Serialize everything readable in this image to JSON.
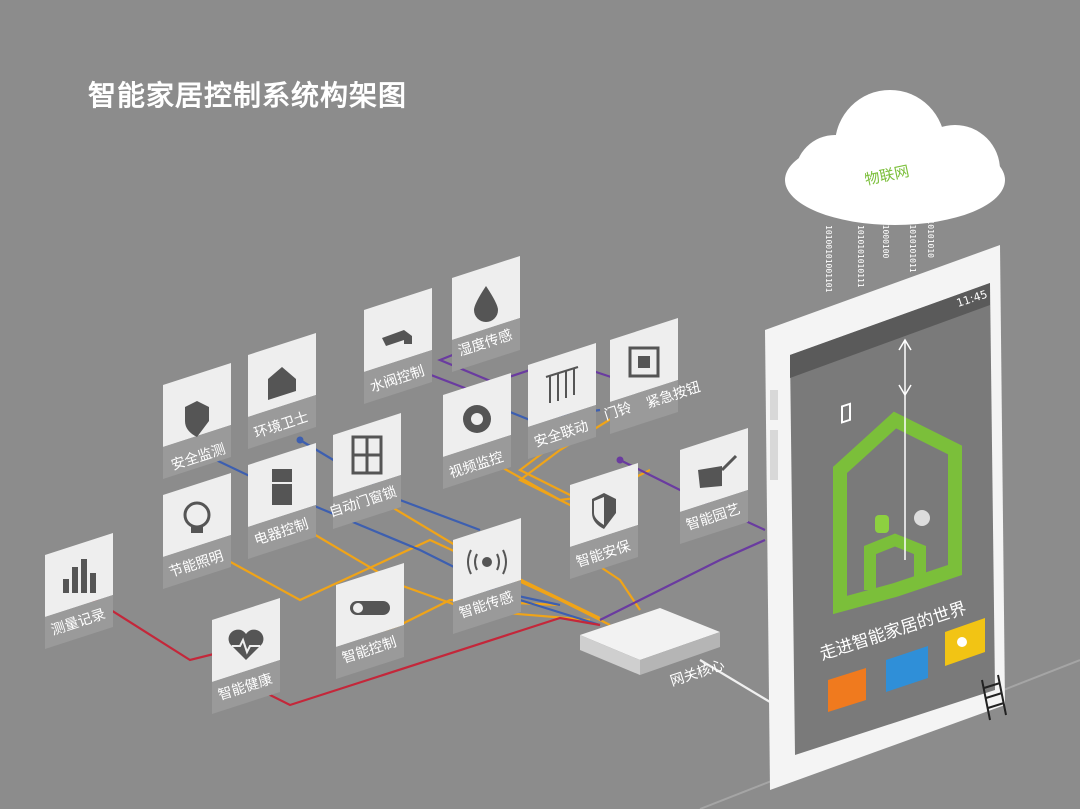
{
  "title": "智能家居控制系统构架图",
  "cloud_label": "物联网",
  "gateway_label": "网关核心",
  "phone": {
    "time": "11:45",
    "slogan": "走进智能家居的世界"
  },
  "binary_streams": [
    "10100101001101",
    "1010101010111",
    "111000100",
    "0101010101011",
    "01010101010"
  ],
  "tiles": {
    "anquan_jiance": "安全监测",
    "huanjing_weishi": "环境卫士",
    "shuifa_kongzhi": "水阀控制",
    "shidu_chuangan": "湿度传感",
    "shipin_jiankong": "视频监控",
    "anquan_liandong": "安全联动",
    "menling": "门铃",
    "jinji_anniu": "紧急按钮",
    "jieneng_zhaoming": "节能照明",
    "dianqi_kongzhi": "电器控制",
    "zidong_menchuangsuo": "自动门窗锁",
    "zhineng_anbao": "智能安保",
    "zhineng_yuanyi": "智能园艺",
    "celiang_jilu": "测量记录",
    "zhineng_chuangan": "智能传感",
    "zhineng_kongzhi": "智能控制",
    "zhineng_jiankang": "智能健康"
  },
  "colors": {
    "background": "#8c8c8c",
    "tile_top": "#eeeeee",
    "tile_side": "#9a9a9a",
    "wire_orange": "#f0a418",
    "wire_blue": "#3d5fb0",
    "wire_purple": "#6a3ba0",
    "wire_red": "#c4273a",
    "house_green": "#7bbf3a",
    "app_orange": "#f07a1e",
    "app_blue": "#2f8fd8",
    "app_yellow": "#f2c414"
  },
  "icons": [
    "shield-icon",
    "house-plant-icon",
    "faucet-icon",
    "droplet-icon",
    "camera-icon",
    "pendulum-icon",
    "doorbell-icon",
    "lightbulb-icon",
    "fridge-icon",
    "window-icon",
    "security-shield-icon",
    "watering-can-icon",
    "bar-chart-icon",
    "signal-icon",
    "toggle-switch-icon",
    "heart-pulse-icon",
    "cloud-icon",
    "android-icon",
    "apple-icon",
    "phone-icon",
    "monitor-icon",
    "contact-card-icon"
  ]
}
